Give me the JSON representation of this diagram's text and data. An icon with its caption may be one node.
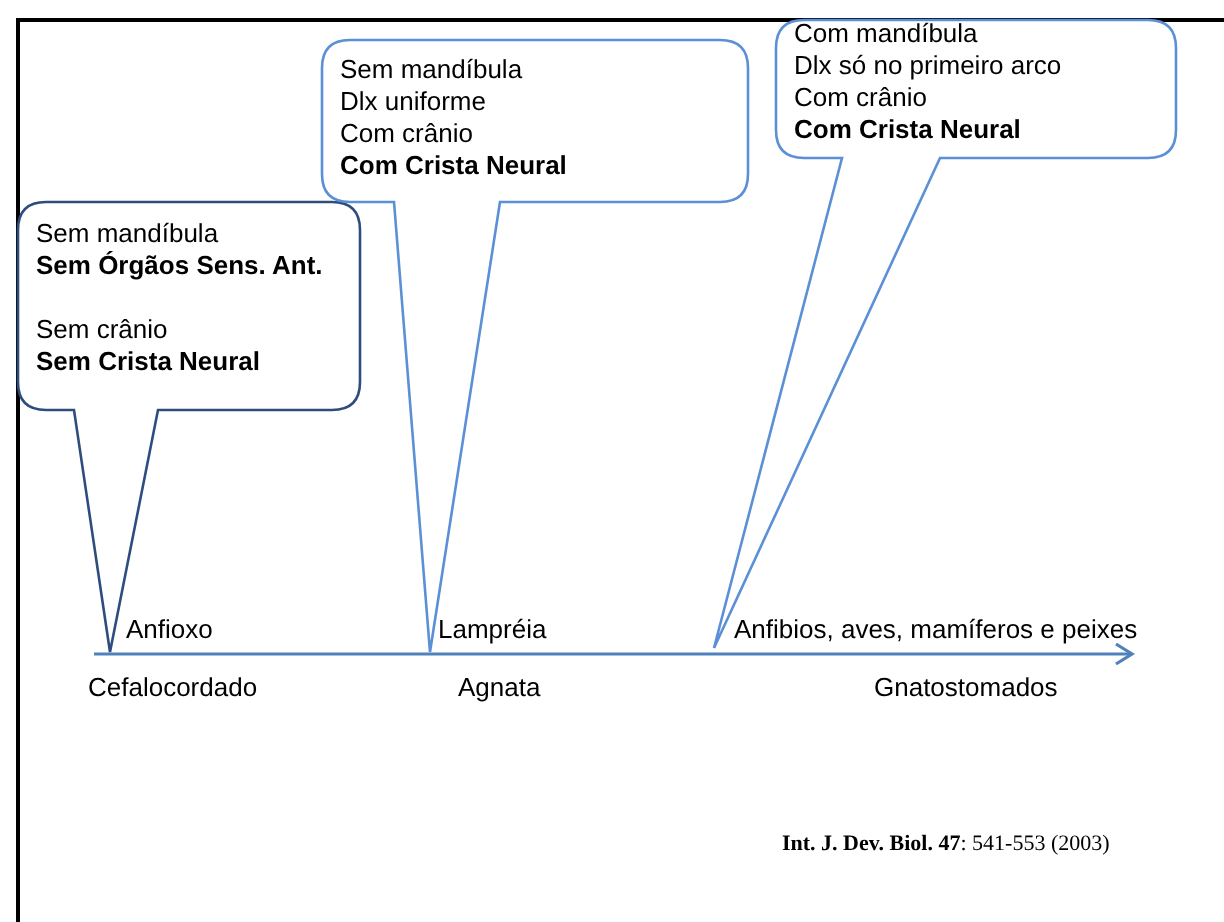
{
  "diagram": {
    "nodes": [
      {
        "text": [
          "Sem mandíbula",
          "Sem Órgãos Sens. Ant.",
          "Sem crânio",
          "Sem Crista Neural"
        ]
      },
      {
        "text": [
          "Sem mandíbula",
          "Dlx uniforme",
          "Com crânio",
          "Com Crista Neural"
        ]
      },
      {
        "text": [
          "Com mandíbula",
          "Dlx só no primeiro arco",
          "Com crânio",
          "Com Crista Neural"
        ]
      }
    ],
    "labels": [
      "Anfioxo",
      "Lampréia",
      "Anfibios, aves, mamíferos e peixes",
      "Cefalocordado",
      "Agnata",
      "Gnatostomados",
      "**Int. J. Dev. Biol. 47**: 541-553 (2003)"
    ]
  }
}
